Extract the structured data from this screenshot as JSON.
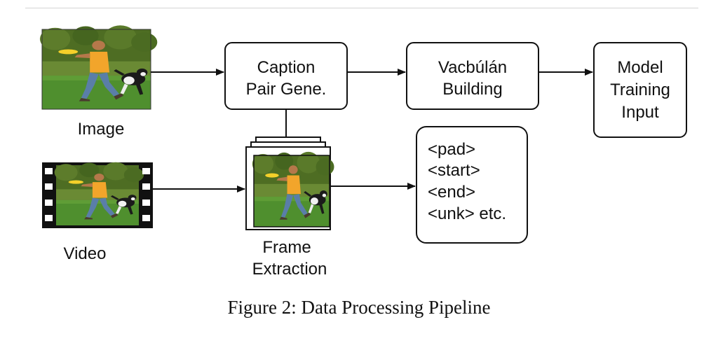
{
  "figure": {
    "caption": "Figure 2: Data Processing Pipeline"
  },
  "inputs": {
    "image_label": "Image",
    "video_label": "Video"
  },
  "nodes": {
    "caption_pair": {
      "lines": [
        "Caption",
        "Pair Gene."
      ]
    },
    "vocab": {
      "lines": [
        "Vacbúlán",
        "Building"
      ]
    },
    "model": {
      "lines": [
        "Model",
        "Training",
        "Input"
      ]
    },
    "frame_extraction": {
      "lines": [
        "Frame",
        "Extraction"
      ]
    }
  },
  "special_tokens": [
    "<pad>",
    "<start>",
    "<end>",
    "<unk> etc."
  ],
  "colors": {
    "stroke": "#111111",
    "grass": "#4f8f2e",
    "foliage": "#5c7a2c",
    "shirt": "#f2a52b",
    "frisbee": "#f5d02a"
  }
}
